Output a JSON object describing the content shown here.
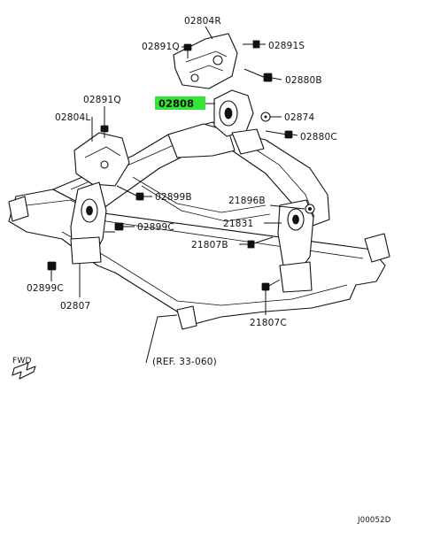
{
  "diagram": {
    "highlight_color": "#33e633",
    "callouts": {
      "c02804r": "02804R",
      "c02891q_top": "02891Q",
      "c02891s": "02891S",
      "c02880b": "02880B",
      "c02808": "02808",
      "c02891q_left": "02891Q",
      "c02874": "02874",
      "c02804l": "02804L",
      "c02880c": "02880C",
      "c02899b": "02899B",
      "c21896b": "21896B",
      "c21831": "21831",
      "c02899c_mid": "02899C",
      "c21807b": "21807B",
      "c02899c_low": "02899C",
      "c02807": "02807",
      "c21807c": "21807C"
    },
    "reference": "(REF. 33-060)",
    "fwd": "FWD",
    "code": "J00052D"
  }
}
